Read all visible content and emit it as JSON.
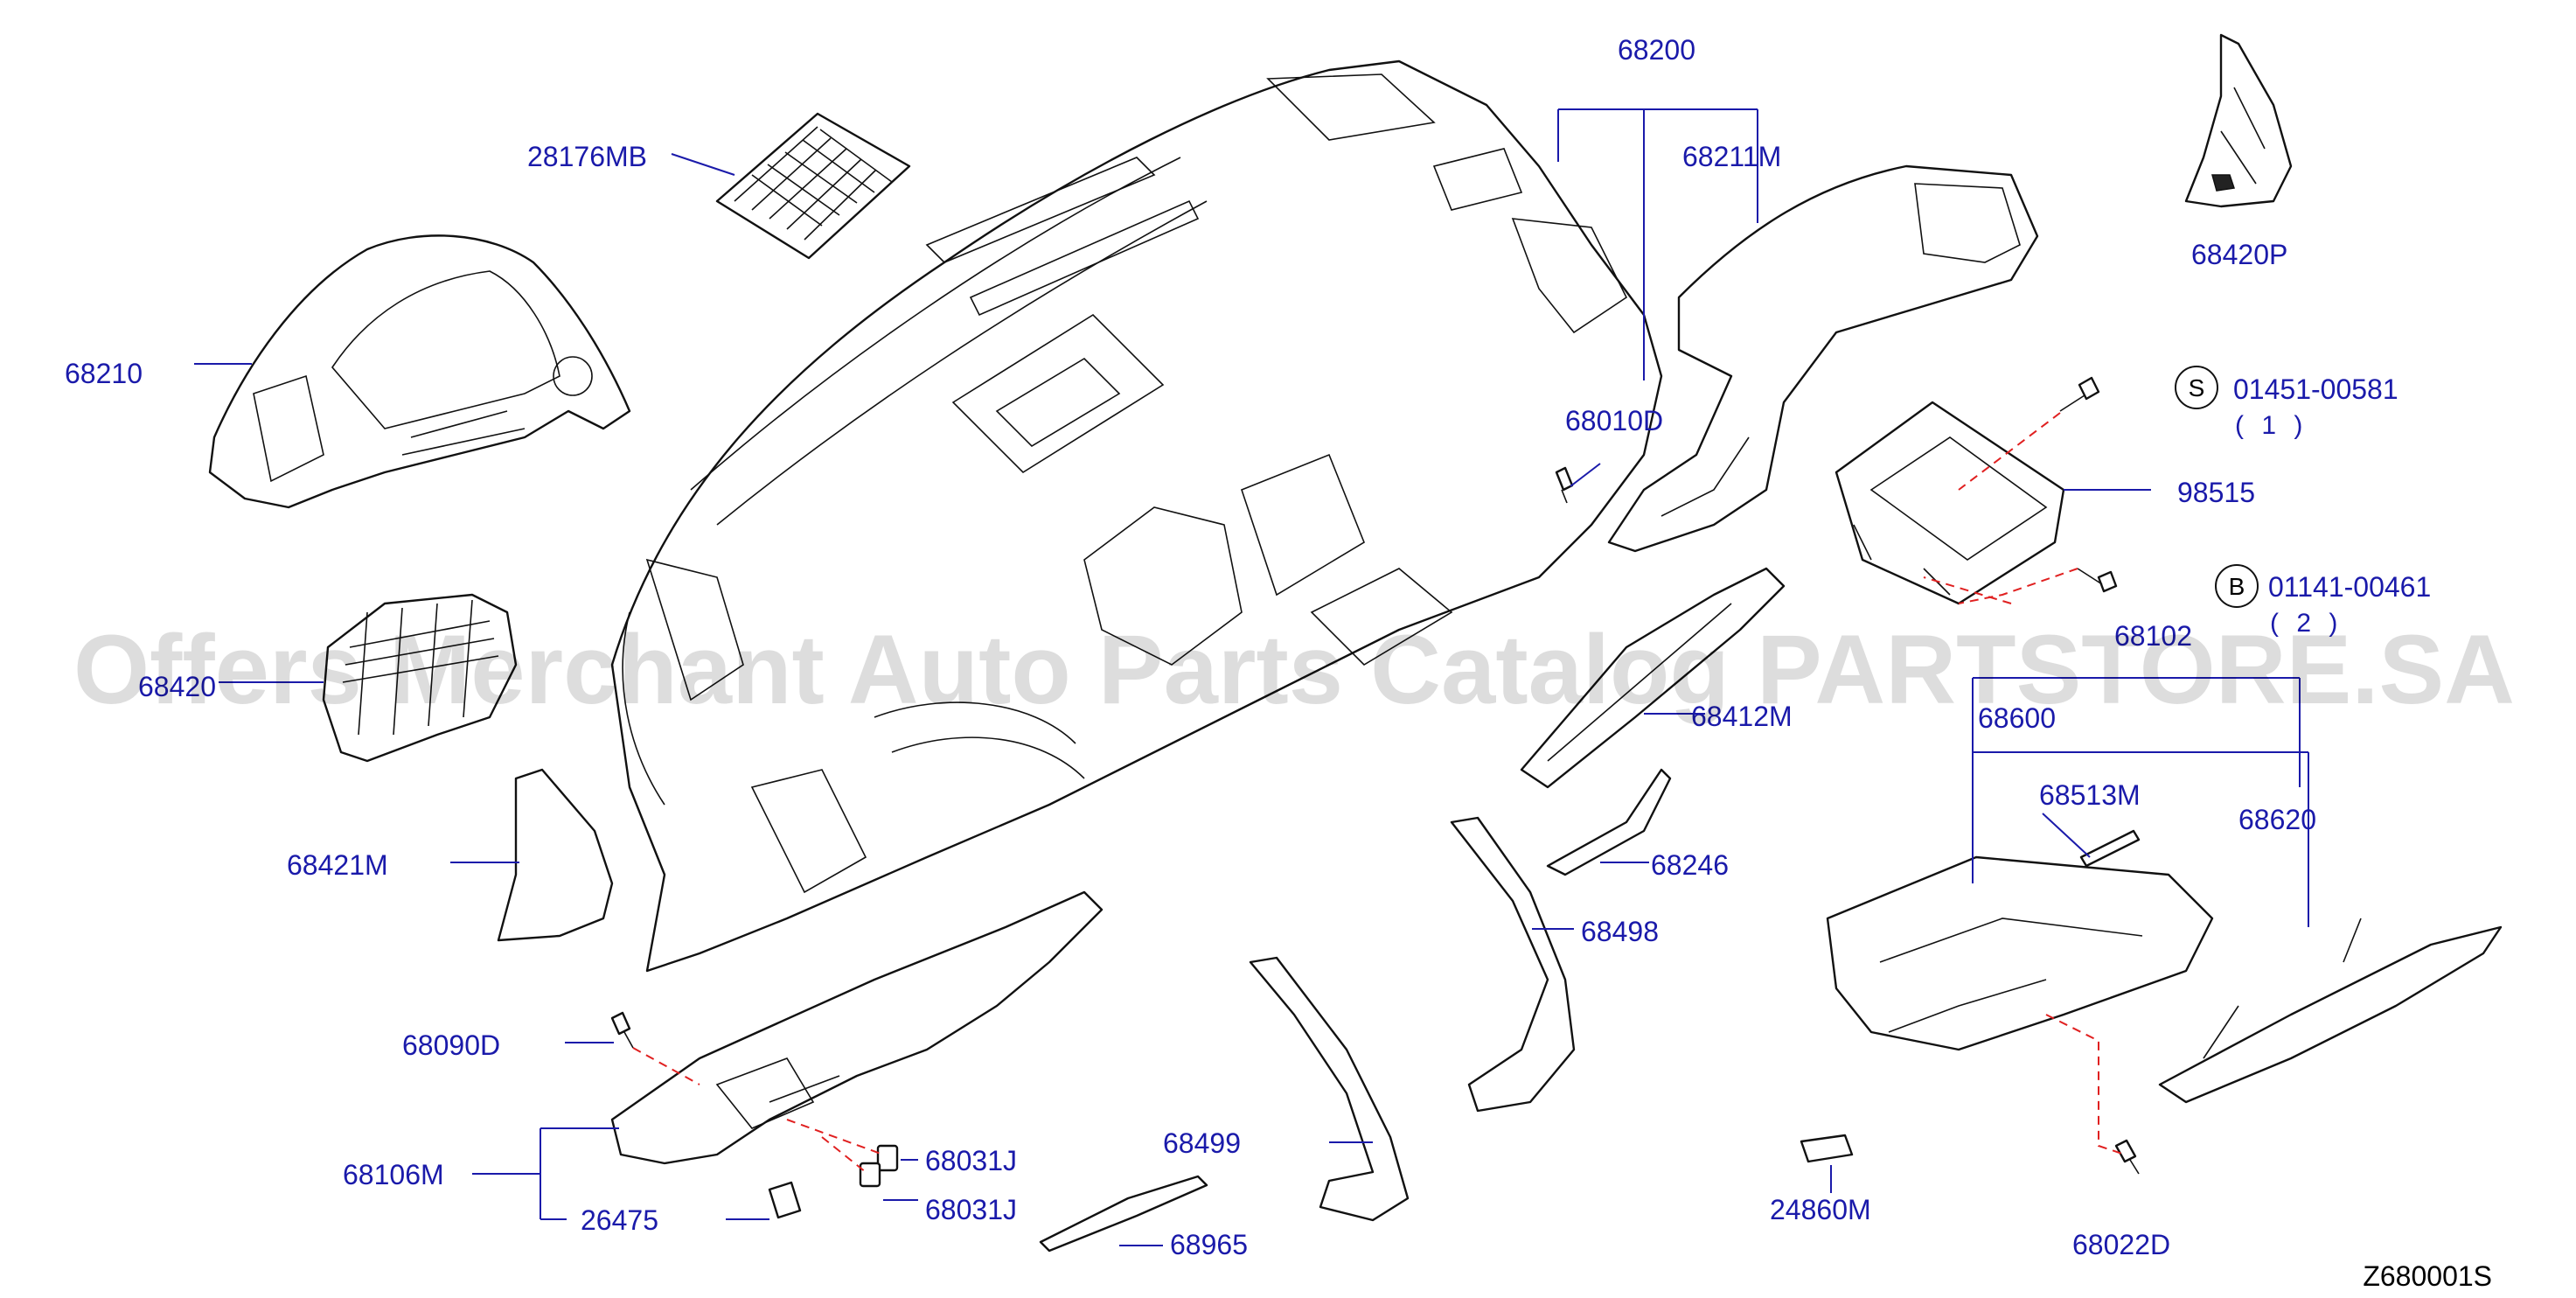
{
  "watermark": "Offers Merchant Auto Parts Catalog PARTSTORE.SA",
  "diagram_code": "Z680001S",
  "colors": {
    "label": "#1a1aaa",
    "leader": "#1a1aaa",
    "dashed_guide": "#e02020",
    "outline": "#111111"
  },
  "callouts": {
    "c68200": "68200",
    "c28176MB": "28176MB",
    "c68211M": "68211M",
    "c68420P": "68420P",
    "c68210": "68210",
    "c68010D": "68010D",
    "c01451": "01451-00581",
    "q01451": "( 1 )",
    "c98515": "98515",
    "c01141": "01141-00461",
    "q01141": "( 2 )",
    "c68102": "68102",
    "c68420": "68420",
    "c68412M": "68412M",
    "c68600": "68600",
    "c68513M": "68513M",
    "c68620": "68620",
    "c68421M": "68421M",
    "c68246": "68246",
    "c68498": "68498",
    "c68090D": "68090D",
    "c68106M": "68106M",
    "c68031J_a": "68031J",
    "c68031J_b": "68031J",
    "c26475": "26475",
    "c68499": "68499",
    "c68965": "68965",
    "c24860M": "24860M",
    "c68022D": "68022D"
  },
  "fastener_symbols": {
    "s": "S",
    "b": "B"
  }
}
